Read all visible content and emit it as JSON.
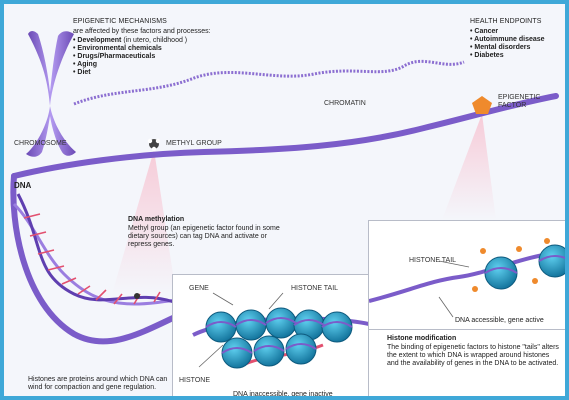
{
  "mechanisms": {
    "title": "EPIGENETIC MECHANISMS",
    "subtitle": "are affected by these factors and processes:",
    "items": [
      {
        "label": "Development",
        "note": "(in utero, childhood )"
      },
      {
        "label": "Environmental chemicals",
        "note": ""
      },
      {
        "label": "Drugs/Pharmaceuticals",
        "note": ""
      },
      {
        "label": "Aging",
        "note": ""
      },
      {
        "label": "Diet",
        "note": ""
      }
    ]
  },
  "health": {
    "title": "HEALTH ENDPOINTS",
    "items": [
      "Cancer",
      "Autoimmune disease",
      "Mental disorders",
      "Diabetes"
    ]
  },
  "labels": {
    "chromosome": "CHROMOSOME",
    "chromatin": "CHROMATIN",
    "methyl_group": "METHYL GROUP",
    "epigenetic_factor": "EPIGENETIC FACTOR",
    "dna": "DNA",
    "gene": "GENE",
    "histone_tail_1": "HISTONE TAIL",
    "histone_tail_2": "HISTONE TAIL",
    "histone": "HISTONE"
  },
  "methylation": {
    "title": "DNA methylation",
    "body": "Methyl group (an epigenetic factor found in some dietary sources) can tag DNA and activate or repress genes."
  },
  "histones_note": "Histones are proteins around which DNA can wind for compaction and gene regulation.",
  "inactive_caption": "DNA inaccessible, gene inactive",
  "active_caption": "DNA accessible, gene active",
  "modification": {
    "title": "Histone modification",
    "body": "The binding of epigenetic factors to histone \"tails\" alters the extent to which DNA is wrapped around histones and the availability of genes in the DNA to be activated."
  },
  "colors": {
    "frame": "#3fa8d8",
    "chromatin": "#8c6fd1",
    "histone": "#1f94bf",
    "highlight": "#e2506f",
    "factor": "#ef8a2c"
  }
}
